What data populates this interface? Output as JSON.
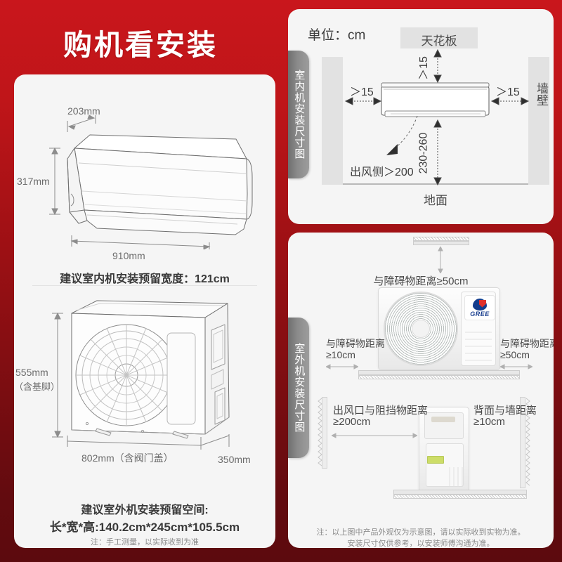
{
  "header": {
    "title": "购机看安装"
  },
  "theme": {
    "bg_top": "#c9161c",
    "bg_bottom": "#5c0a0e",
    "panel_bg": "#f5f5f5",
    "tab_gray": "#8b8b8b",
    "text_gray": "#6b6b6b"
  },
  "left_panel": {
    "indoor": {
      "depth_label": "203mm",
      "height_label": "317mm",
      "width_label": "910mm",
      "caption": "建议室内机安装预留宽度：121cm"
    },
    "outdoor": {
      "height_label": "555mm",
      "height_sub": "（含基脚）",
      "width_label": "802mm（含阀门盖）",
      "depth_label": "350mm",
      "caption_line1": "建议室外机安装预留空间:",
      "caption_line2": "长*宽*高:140.2cm*245cm*105.5cm",
      "note": "注：手工测量，以实际收到为准"
    }
  },
  "top_right_panel": {
    "tab_label": "室内机安装尺寸图",
    "unit_label": "单位：cm",
    "ceiling_label": "天花板",
    "floor_label": "地面",
    "wall_label": "墙壁",
    "gap_top": "＞15",
    "gap_left": "＞15",
    "gap_right": "＞15",
    "height_range": "230-260",
    "outlet_label": "出风侧＞200"
  },
  "bottom_right_panel": {
    "tab_label": "室外机安装尺寸图",
    "clearance_top": "与障碍物距离≥50cm",
    "clearance_left_l1": "与障碍物距离",
    "clearance_left_l2": "≥10cm",
    "clearance_right_l1": "与障碍物距离",
    "clearance_right_l2": "≥50cm",
    "side_outlet_l1": "出风口与阻挡物距离",
    "side_outlet_l2": "≥200cm",
    "side_back_l1": "背面与墙距离",
    "side_back_l2": "≥10cm",
    "brand": "GREE",
    "note_line1": "注：以上图中产品外观仅为示意图，请以实际收到实物为准。",
    "note_line2": "安装尺寸仅供参考，以安装师傅沟通为准。"
  }
}
